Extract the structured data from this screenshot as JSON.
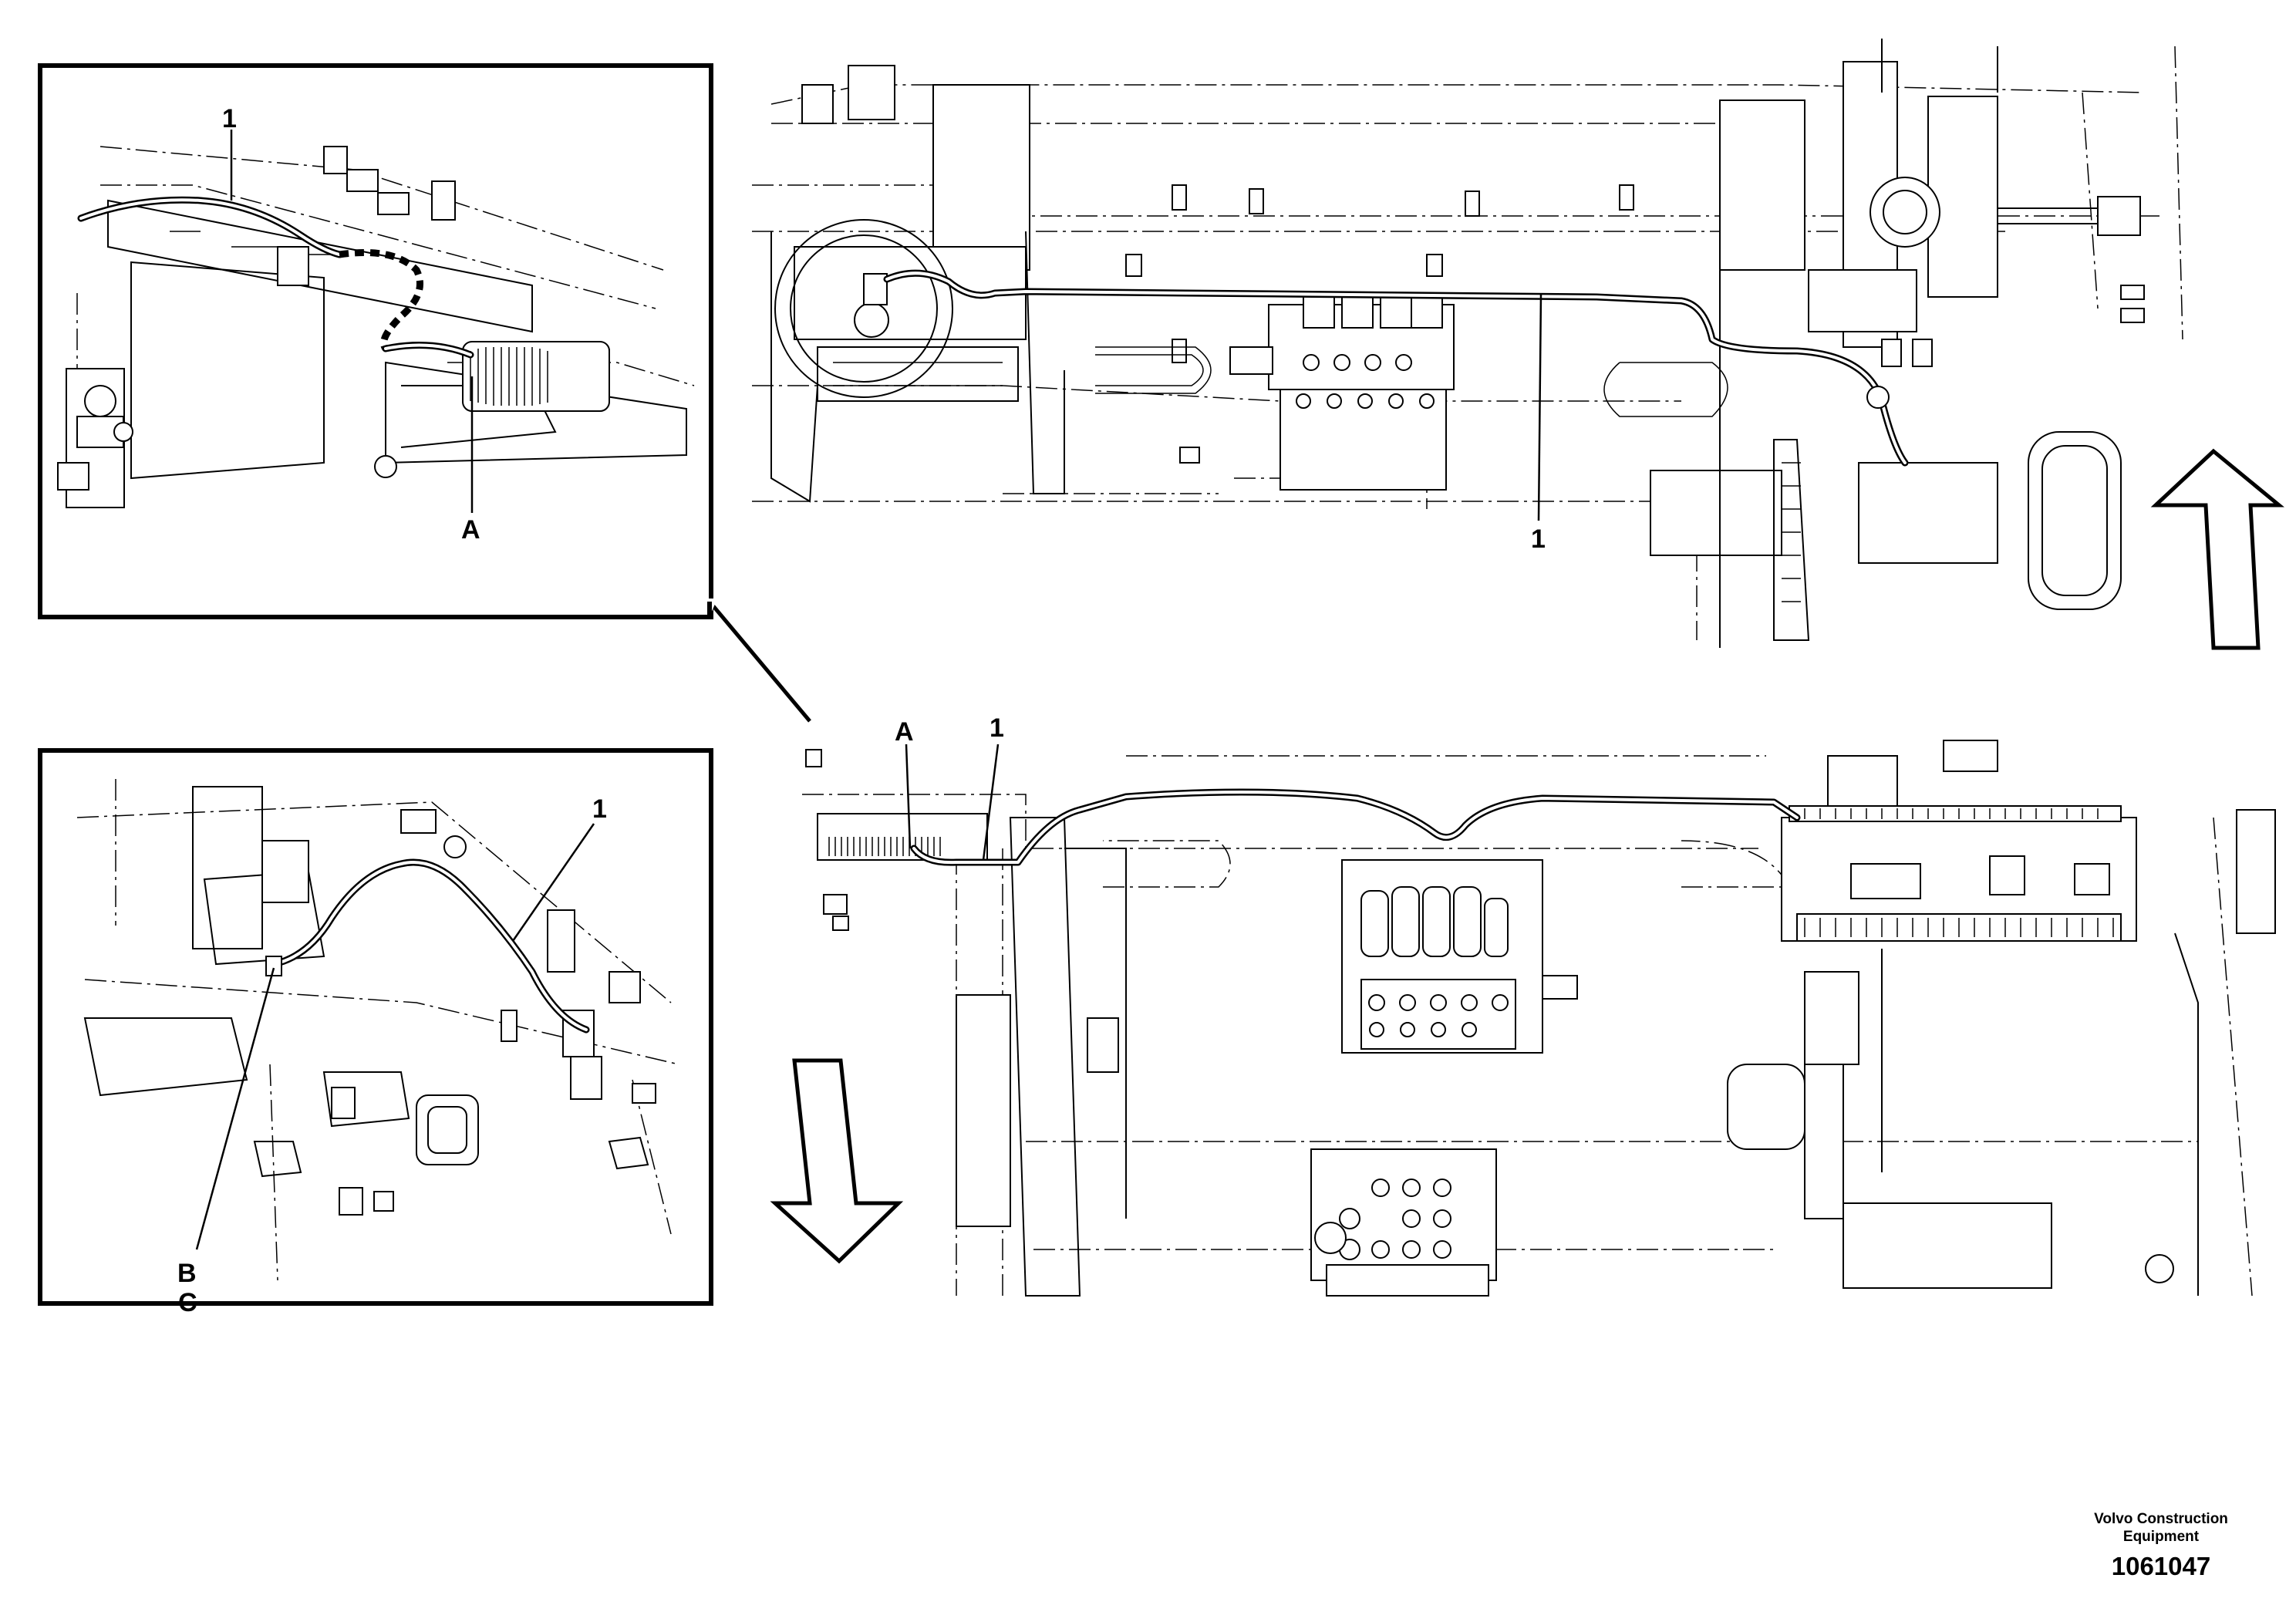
{
  "callouts": {
    "top_inset_cable": "1",
    "top_inset_part": "A",
    "top_view_cable": "1",
    "bottom_view_part": "A",
    "bottom_view_cable": "1",
    "bottom_inset_cable": "1",
    "bottom_inset_b": "B",
    "bottom_inset_c": "C"
  },
  "footer": {
    "company_line1": "Volvo Construction",
    "company_line2": "Equipment",
    "drawing_number": "1061047"
  },
  "icons": {
    "direction_up": "arrow-up-icon",
    "direction_down": "arrow-down-icon"
  }
}
